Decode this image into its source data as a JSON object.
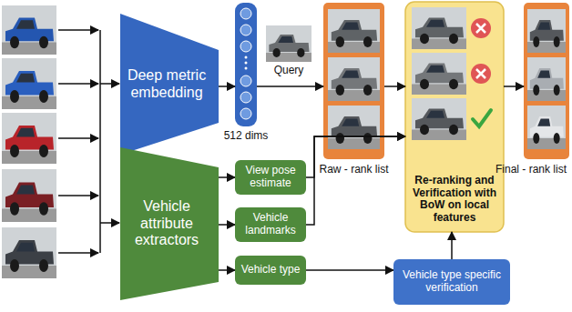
{
  "diagram": {
    "nodes": [
      {
        "text": [
          "Deep metric embedding"
        ]
      },
      {
        "text": [
          "Vehicle attribute extractors"
        ]
      },
      {
        "text": [
          "View pose estimate"
        ]
      },
      {
        "text": [
          "Vehicle landmarks"
        ]
      },
      {
        "text": [
          "Vehicle type"
        ]
      },
      {
        "text": [
          "512 dims"
        ]
      },
      {
        "text": [
          "Raw - rank list"
        ]
      },
      {
        "text": [
          "Re-ranking and Verification with BoW on local features"
        ]
      },
      {
        "text": [
          "Final - rank list"
        ]
      },
      {
        "text": [
          "Vehicle type specific verification"
        ]
      }
    ],
    "edges": [
      {
        "from": 0,
        "to": 5,
        "arrow": "to"
      },
      {
        "from": 5,
        "to": 6,
        "arrow": "to"
      },
      {
        "from": 1,
        "to": 2,
        "arrow": "to"
      },
      {
        "from": 1,
        "to": 3,
        "arrow": "to"
      },
      {
        "from": 1,
        "to": 4,
        "arrow": "to"
      },
      {
        "from": 6,
        "to": 7,
        "arrow": "to"
      },
      {
        "from": 2,
        "to": 7,
        "arrow": "to"
      },
      {
        "from": 3,
        "to": 7,
        "arrow": "to"
      },
      {
        "from": 4,
        "to": 9,
        "arrow": "to"
      },
      {
        "from": 9,
        "to": 7,
        "arrow": "to"
      },
      {
        "from": 7,
        "to": 8,
        "arrow": "to"
      }
    ],
    "labels": [
      "Query"
    ]
  }
}
